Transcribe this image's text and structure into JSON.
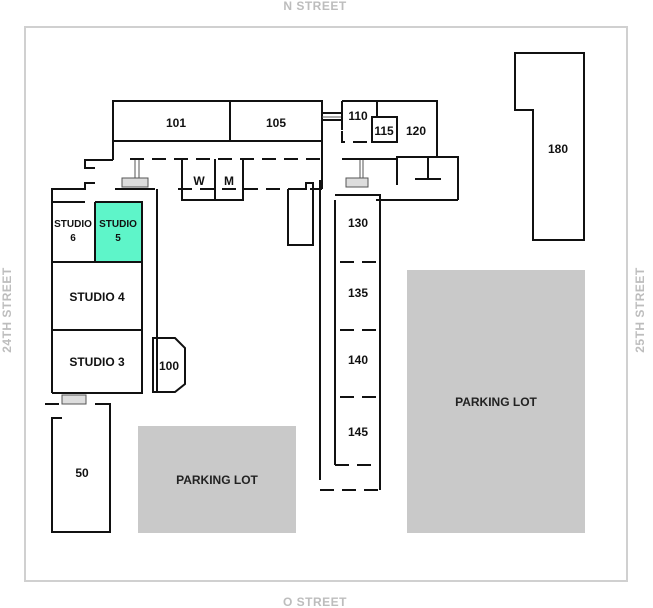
{
  "streets": {
    "north": "N STREET",
    "south": "O STREET",
    "west": "24TH STREET",
    "east": "25TH STREET"
  },
  "rooms": {
    "r101": "101",
    "r105": "105",
    "r110": "110",
    "r115": "115",
    "r120": "120",
    "r180": "180",
    "w": "W",
    "m": "M",
    "studio6_a": "STUDIO",
    "studio6_b": "6",
    "studio5_a": "STUDIO",
    "studio5_b": "5",
    "studio4": "STUDIO 4",
    "studio3": "STUDIO 3",
    "r100": "100",
    "r50": "50",
    "r130": "130",
    "r135": "135",
    "r140": "140",
    "r145": "145"
  },
  "parking": {
    "left": "PARKING LOT",
    "right": "PARKING LOT"
  },
  "colors": {
    "highlight": "#5ef5c9",
    "parking": "#c9c9c9",
    "boundary": "#d0d0d0",
    "street_text": "#bdbdbd"
  }
}
